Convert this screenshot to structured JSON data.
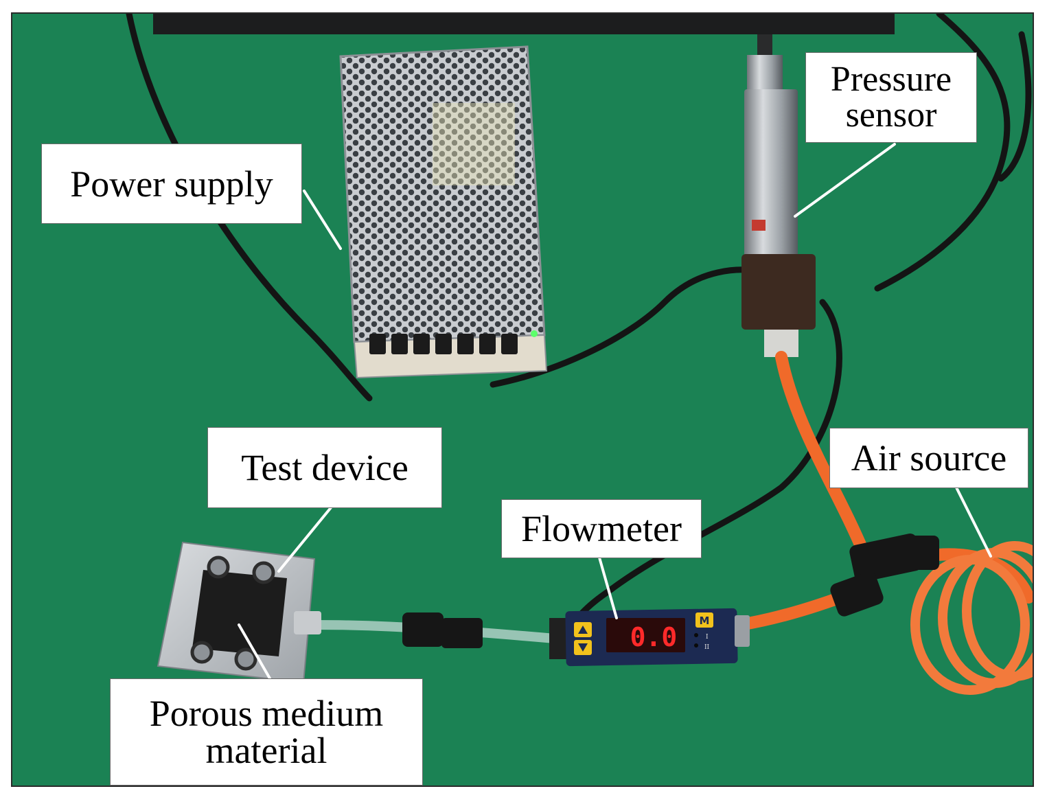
{
  "labels": {
    "power_supply": "Power supply",
    "pressure_sensor": [
      "Pressure",
      "sensor"
    ],
    "test_device": "Test device",
    "air_source": "Air source",
    "flowmeter": "Flowmeter",
    "porous_medium_material": [
      "Porous medium",
      "material"
    ]
  },
  "flowmeter_display": {
    "reading": "0.0",
    "mode_button": "M",
    "indicators": [
      "I",
      "II"
    ]
  },
  "colors": {
    "mat_green": "#1f8a5a",
    "label_bg": "#ffffff",
    "leader_line": "#ffffff",
    "orange_tube": "#f06a2a",
    "led_red": "#ff2a2a"
  }
}
